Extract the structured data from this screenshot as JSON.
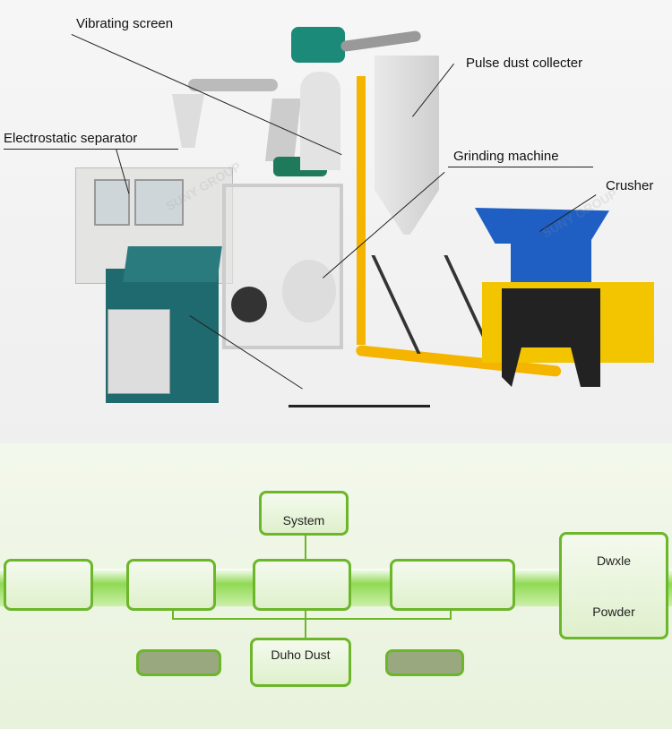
{
  "labels": {
    "vibrating_screen": "Vibrating screen",
    "pulse_dust_collector": "Pulse dust collecter",
    "electrostatic_separator": "Electrostatic separator",
    "grinding_machine": "Grinding machine",
    "crusher": "Crusher"
  },
  "watermark": "SUNY GROUP",
  "diagram": {
    "system": "System",
    "output_top": "Dwxle",
    "output_bottom": "Powder",
    "dust": "Duho Dust"
  },
  "colors": {
    "accent_green": "#6cb62a",
    "crusher_blue": "#1f5fc4",
    "crusher_yellow": "#f2c500",
    "pipe_yellow": "#f4b400"
  }
}
